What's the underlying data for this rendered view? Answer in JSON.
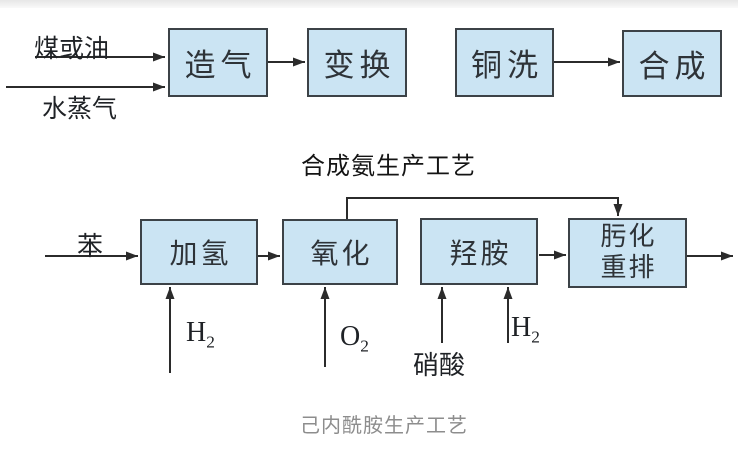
{
  "ammonia": {
    "caption": "合成氨生产工艺",
    "input_top": "煤或油",
    "input_bottom": "水蒸气",
    "steps": [
      "造气",
      "变换",
      "铜洗",
      "合成"
    ]
  },
  "caprolactam": {
    "caption": "己内酰胺生产工艺",
    "input_left": "苯",
    "steps": [
      "加氢",
      "氧化",
      "羟胺"
    ],
    "step_final": {
      "line1": "肟化",
      "line2": "重排"
    },
    "feeds": [
      {
        "base": "H",
        "sub": "2"
      },
      {
        "base": "O",
        "sub": "2"
      },
      {
        "label": "硝酸"
      },
      {
        "base": "H",
        "sub": "2"
      }
    ]
  },
  "colors": {
    "box_fill": "#cbe4f3",
    "box_border": "#3c4247",
    "line": "#2b2b2b",
    "caption_top_text": "#141414",
    "caption_bottom_text": "#8d8d8d"
  }
}
